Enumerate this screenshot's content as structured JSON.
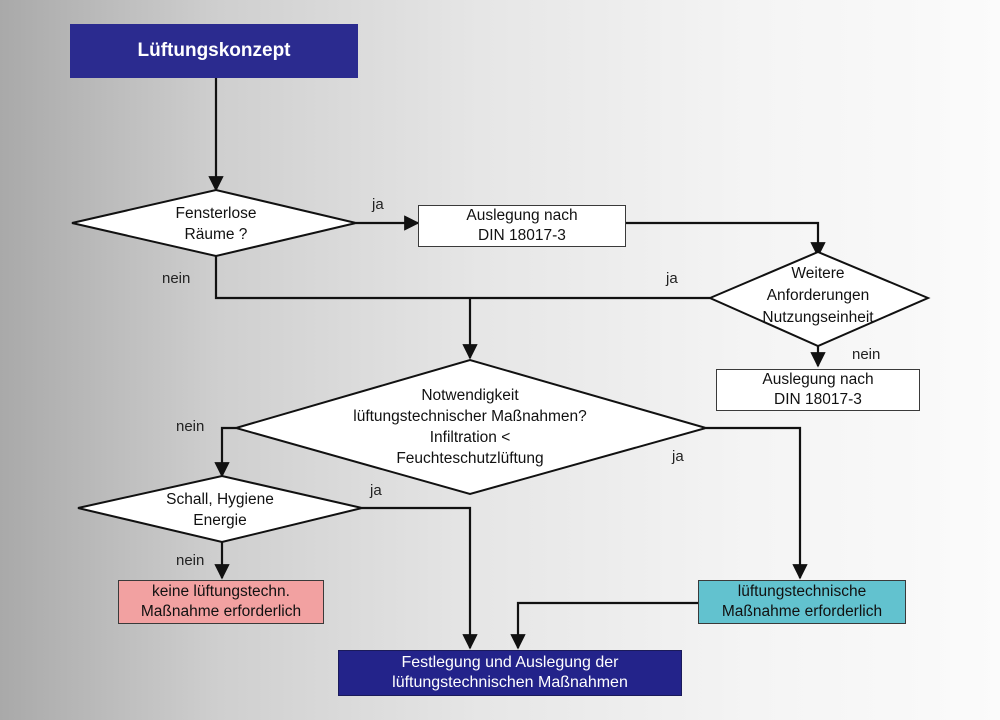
{
  "title": "Lüftungskonzept",
  "decisions": {
    "fensterlose": "Fensterlose\nRäume ?",
    "weitere": "Weitere\nAnforderungen\nNutzungseinheit",
    "notwendigkeit": "Notwendigkeit\nlüftungstechnischer Maßnahmen?\nInfiltration <\nFeuchteschutzlüftung",
    "schall": "Schall, Hygiene\nEnergie"
  },
  "boxes": {
    "auslegung_1": "Auslegung nach\nDIN 18017-3",
    "auslegung_2": "Auslegung nach\nDIN 18017-3",
    "keine": "keine lüftungstechn.\nMaßnahme erforderlich",
    "erforderlich": "lüftungstechnische\nMaßnahme erforderlich",
    "festlegung": "Festlegung und Auslegung der\nlüftungstechnischen Maßnahmen"
  },
  "edge_labels": {
    "ja_fensterlose": "ja",
    "nein_fensterlose": "nein",
    "ja_weitere": "ja",
    "nein_weitere": "nein",
    "nein_notwendigkeit": "nein",
    "ja_notwendigkeit": "ja",
    "ja_schall": "ja",
    "nein_schall": "nein"
  },
  "colors": {
    "title_fill": "#2b2b8f",
    "keine_fill": "#f2a1a1",
    "erforderlich_fill": "#62c2cf",
    "festlegung_fill": "#23238a"
  }
}
